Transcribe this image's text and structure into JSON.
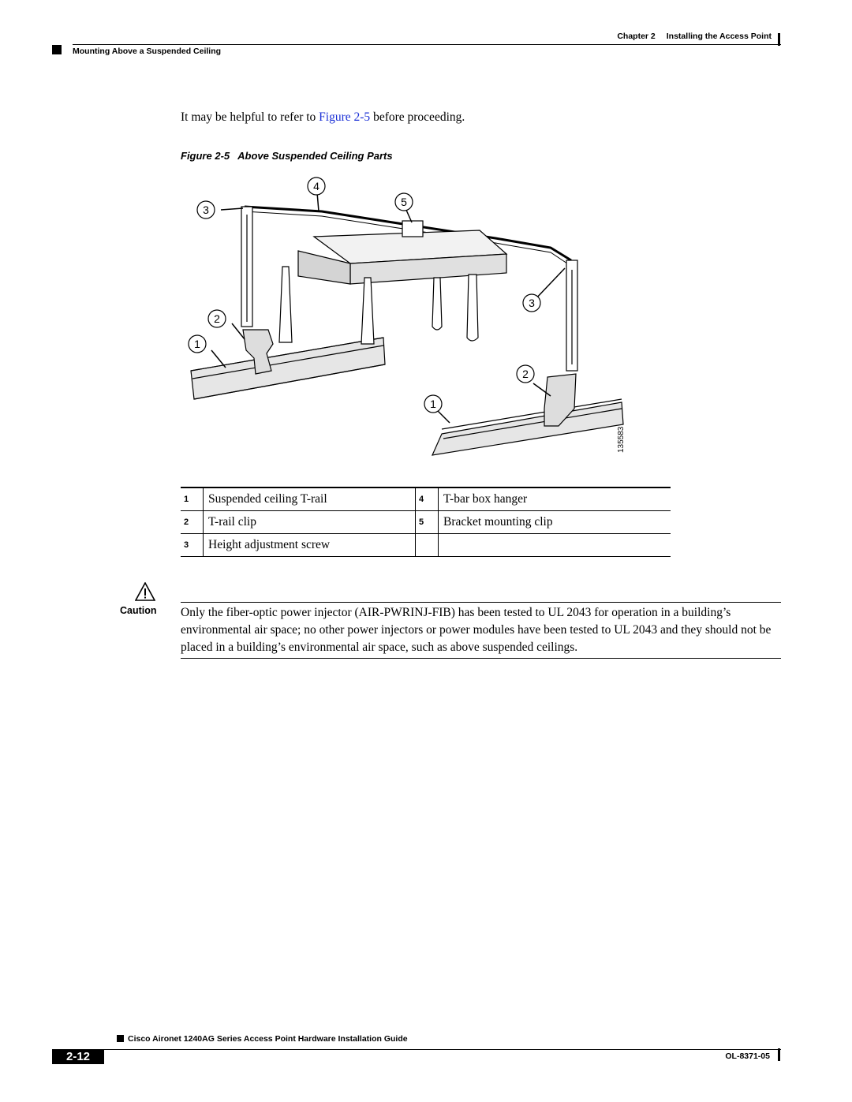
{
  "header": {
    "chapter": "Chapter 2",
    "chapter_title": "Installing the Access Point",
    "section": "Mounting Above a Suspended Ceiling"
  },
  "intro": {
    "before": "It may be helpful to refer to ",
    "link": "Figure 2-5",
    "after": " before proceeding."
  },
  "figure": {
    "label": "Figure 2-5",
    "title": "Above Suspended Ceiling Parts",
    "art_number": "135583",
    "callouts": [
      "1",
      "2",
      "3",
      "4",
      "5"
    ]
  },
  "legend": [
    {
      "num": "1",
      "text": "Suspended ceiling T-rail",
      "num2": "4",
      "text2": "T-bar box hanger"
    },
    {
      "num": "2",
      "text": "T-rail clip",
      "num2": "5",
      "text2": "Bracket mounting clip"
    },
    {
      "num": "3",
      "text": "Height adjustment screw",
      "num2": "",
      "text2": ""
    }
  ],
  "caution": {
    "label": "Caution",
    "text": "Only the fiber-optic power injector (AIR-PWRINJ-FIB) has been tested to UL 2043 for operation in a building’s environmental air space; no other power injectors or power modules have been tested to UL 2043 and they should not be placed in a building’s environmental air space, such as above suspended ceilings."
  },
  "footer": {
    "guide_title": "Cisco Aironet 1240AG Series Access Point Hardware Installation Guide",
    "page_number": "2-12",
    "doc_number": "OL-8371-05"
  }
}
